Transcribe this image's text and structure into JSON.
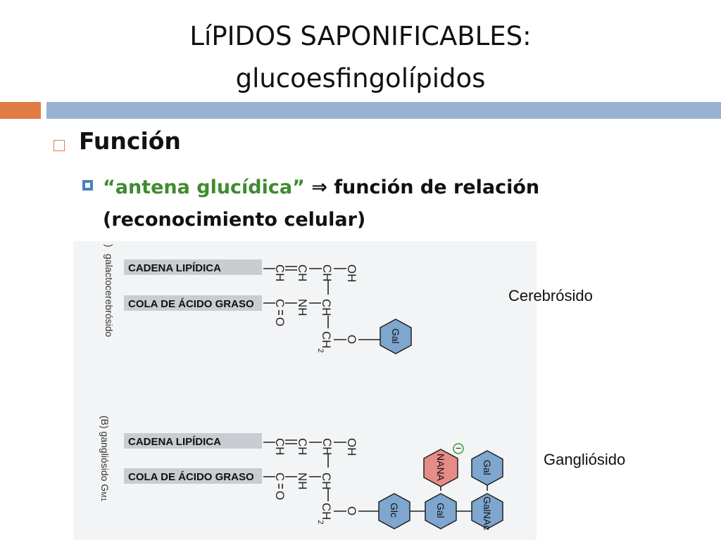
{
  "slide": {
    "title_line1": "LíPIDOS SAPONIFICABLES:",
    "title_line2": "glucoesfingolípidos",
    "bullet1": "Función",
    "bullet2_highlight": "“antena glucídica”",
    "bullet2_arrow": "⇒",
    "bullet2_rest": "función de relación",
    "bullet2_line2": "(reconocimiento celular)",
    "label_cerebroside": "Cerebrósido",
    "label_ganglioside": "Gangliósido"
  },
  "figure": {
    "top_caption_letter": ")",
    "top_caption": "galactocerebrósido",
    "bottom_caption": "(B) gangliósido G",
    "bottom_caption_sub": "M1",
    "lipid_chain": "CADENA LIPÍDICA",
    "fatty_acid_tail": "COLA DE ÁCIDO GRASO",
    "atoms": {
      "ch": "CH",
      "oh": "OH",
      "c": "C",
      "nh": "NH",
      "o": "O",
      "ch2": "CH",
      "sub2": "2"
    },
    "sugars": {
      "gal": "Gal",
      "glc": "Glc",
      "nana": "NANA",
      "galnac": "GalNAc"
    },
    "charge": "−",
    "colors": {
      "sugar_fill": "#7ea6cf",
      "nana_fill": "#e58c86",
      "charge_color": "#3b9b3b",
      "label_box": "#c9ccd1"
    }
  }
}
